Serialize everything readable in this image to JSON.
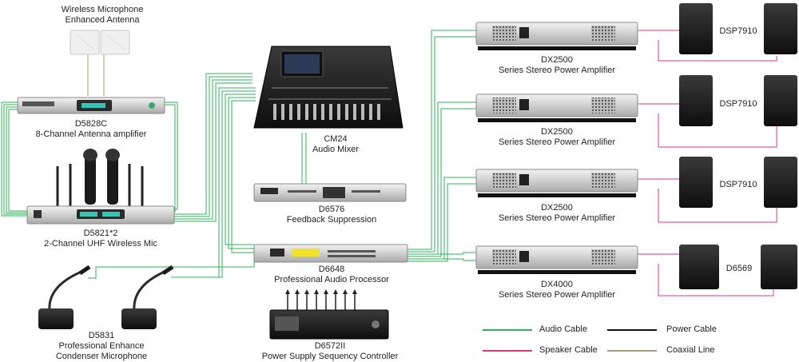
{
  "devices": {
    "antenna": {
      "line1": "Wireless Microphone",
      "line2": "Enhanced Antenna"
    },
    "antenna_amp": {
      "line1": "D5828C",
      "line2": "8-Channel Antenna amplifier"
    },
    "wireless_mic": {
      "line1": "D5821*2",
      "line2": "2-Channel UHF Wireless Mic"
    },
    "condenser_mic": {
      "line1": "D5831",
      "line2": "Professional Enhance",
      "line3": "Condenser Microphone"
    },
    "mixer": {
      "line1": "CM24",
      "line2": "Audio Mixer"
    },
    "feedback": {
      "line1": "D6576",
      "line2": "Feedback Suppression"
    },
    "processor": {
      "line1": "D6648",
      "line2": "Professional Audio Processor"
    },
    "sequencer": {
      "line1": "D6572II",
      "line2": "Power Supply Sequency Controller"
    },
    "amps": [
      {
        "line1": "DX2500",
        "line2": "Series Stereo Power Amplifier"
      },
      {
        "line1": "DX2500",
        "line2": "Series Stereo Power Amplifier"
      },
      {
        "line1": "DX2500",
        "line2": "Series Stereo Power Amplifier"
      },
      {
        "line1": "DX4000",
        "line2": "Series Stereo Power Amplifier"
      }
    ],
    "speakers": [
      {
        "label": "DSP7910"
      },
      {
        "label": "DSP7910"
      },
      {
        "label": "DSP7910"
      },
      {
        "label": "D6569"
      }
    ]
  },
  "legend": {
    "audio": {
      "label": "Audio Cable",
      "color": "#2eb35a"
    },
    "speaker": {
      "label": "Speaker Cable",
      "color": "#e0357f"
    },
    "power": {
      "label": "Power Cable",
      "color": "#111111"
    },
    "coaxial": {
      "label": "Coaxial Line",
      "color": "#b39a7a"
    }
  },
  "colors": {
    "audio": "#2eb35a",
    "speaker": "#e0357f",
    "coaxial": "#d8cbb2",
    "device_dark": "#1c1c1c",
    "device_silver": "#d9d9d9"
  }
}
